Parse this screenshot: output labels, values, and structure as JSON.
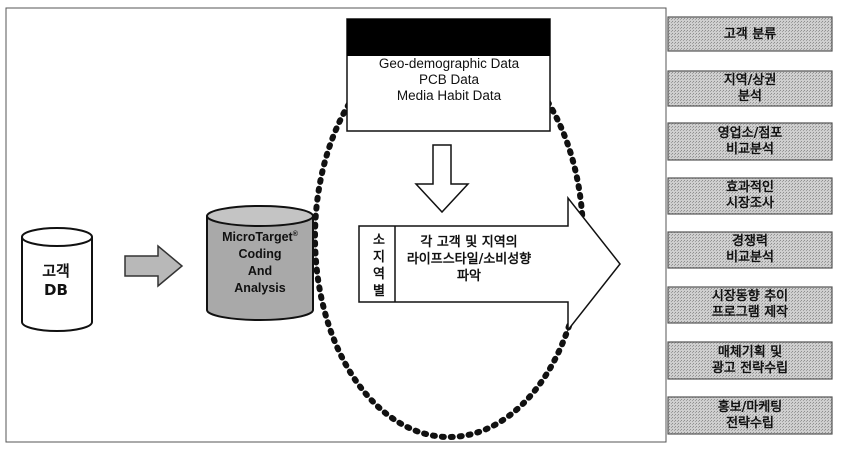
{
  "customer_db": {
    "line1": "고객",
    "line2": "DB"
  },
  "microtarget": {
    "line1": "MicroTarget",
    "mark": "®",
    "line2": "Coding",
    "line3": "And",
    "line4": "Analysis"
  },
  "data_sources": [
    "Geo-demographic Data",
    "PCB Data",
    "Media Habit Data"
  ],
  "side_label": [
    "소",
    "지",
    "역",
    "별"
  ],
  "arrow_text": [
    "각 고객 및 지역의",
    "라이프스타일/소비성향",
    "파악"
  ],
  "results": [
    {
      "line1": "고객 분류",
      "line2": ""
    },
    {
      "line1": "지역/상권",
      "line2": "분석"
    },
    {
      "line1": "영업소/점포",
      "line2": "비교분석"
    },
    {
      "line1": "효과적인",
      "line2": "시장조사"
    },
    {
      "line1": "경쟁력",
      "line2": "비교분석"
    },
    {
      "line1": "시장동향 추이",
      "line2": "프로그램 제작"
    },
    {
      "line1": "매체기획 및",
      "line2": "광고 전략수립"
    },
    {
      "line1": "홍보/마케팅",
      "line2": "전략수립"
    }
  ],
  "colors": {
    "cylinder_customer": "#ffffff",
    "cylinder_microtarget": "#a9a9a9",
    "small_arrow": "#b8b8b8",
    "dotted_ellipse": "#111111",
    "result_box": "#c8c8c8",
    "data_header": "#000000"
  }
}
